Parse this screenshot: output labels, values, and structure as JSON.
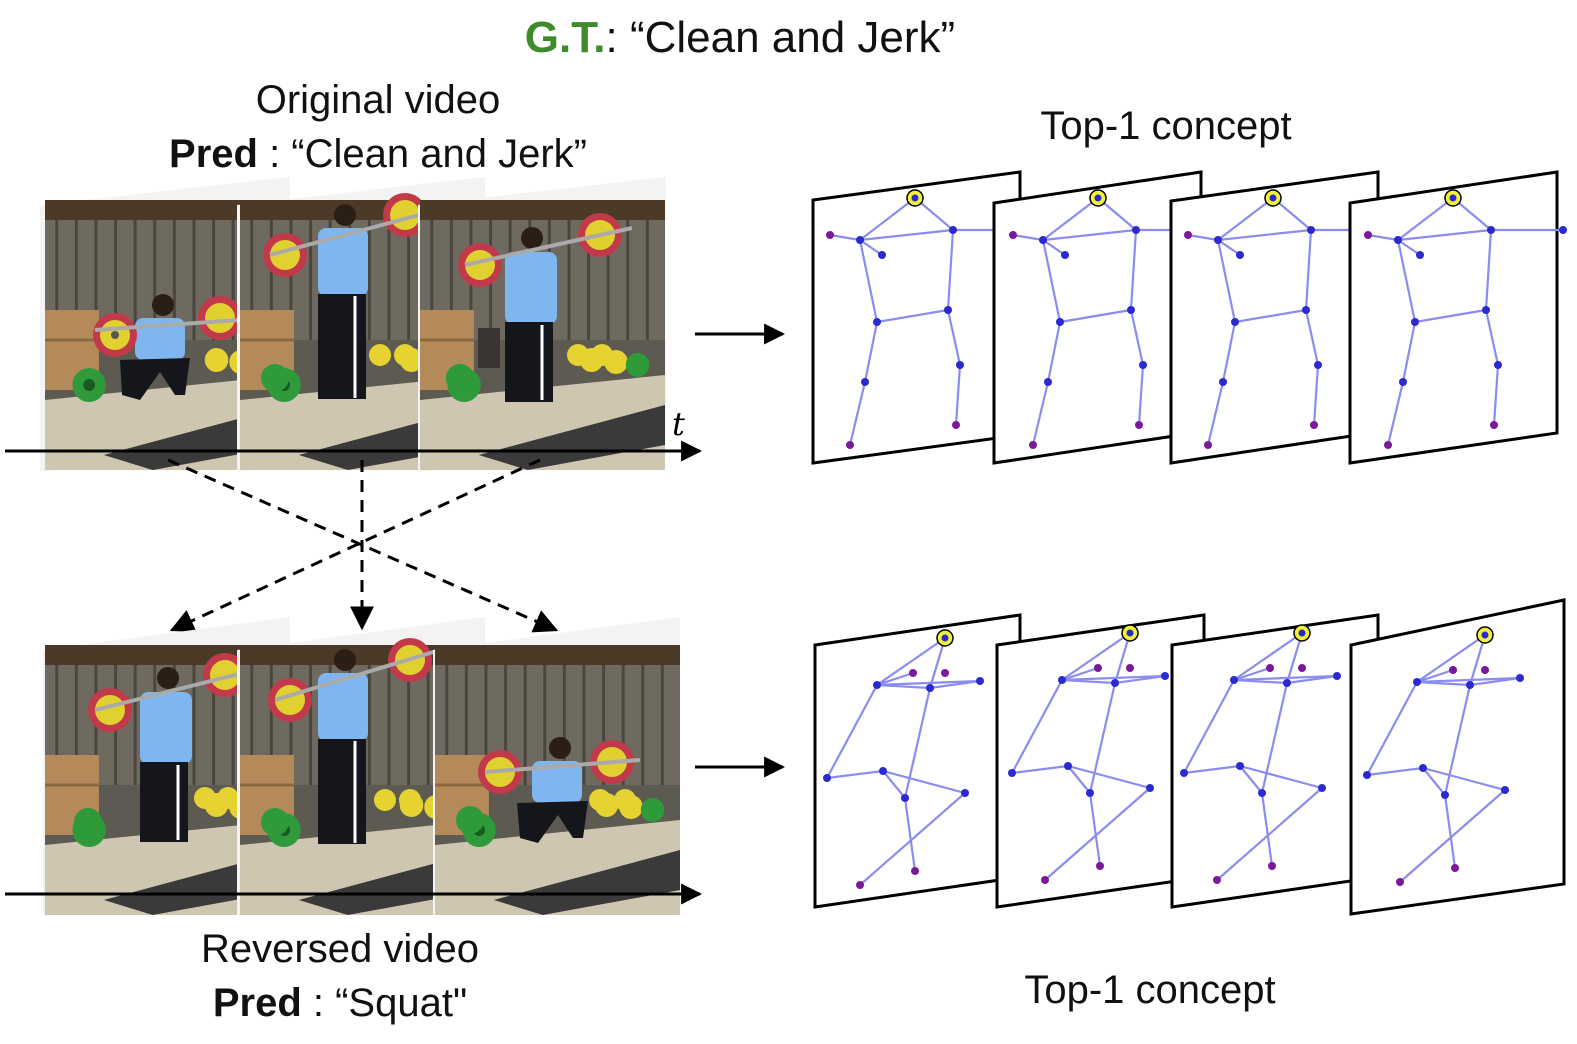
{
  "header": {
    "gt_label": "G.T.",
    "gt_sep": ": ",
    "gt_value": "“Clean and Jerk”"
  },
  "original": {
    "title": "Original video",
    "pred_label": "Pred",
    "pred_sep": " : ",
    "pred_value": "“Clean and Jerk”",
    "time_label": "t"
  },
  "reversed": {
    "title": "Reversed video",
    "pred_label": "Pred",
    "pred_sep": " : ",
    "pred_value": "“Squat\""
  },
  "concepts": {
    "top_label": "Top-1 concept",
    "bottom_label": "Top-1 concept"
  },
  "colors": {
    "gt_green": "#3f8a2a",
    "skeleton_line": "#8a8cf0",
    "joint_blue": "#2a2ad0",
    "joint_purple": "#7a1a9a",
    "head_highlight": "#f2f23a"
  }
}
